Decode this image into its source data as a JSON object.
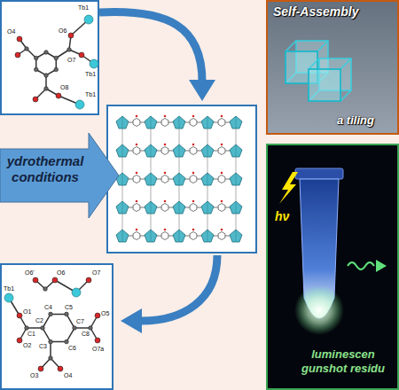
{
  "diagram": {
    "nodes": [
      {
        "text": [
          "Self-Assembly",
          "a tiling"
        ]
      },
      {
        "text": [
          "ydrothermal conditions"
        ]
      },
      {
        "text": [
          "hν",
          "luminescen gunshot residu"
        ]
      }
    ],
    "labels": [
      "O4",
      "O6",
      "O7",
      "Tb1",
      "O8",
      "Tb1",
      "Tb1",
      "O6'",
      "O6",
      "O5",
      "O7",
      "Tb1",
      "O1",
      "C1",
      "C2",
      "C3",
      "C4",
      "C5",
      "C6",
      "C7",
      "C8",
      "O2",
      "O3",
      "O4",
      "O7a"
    ]
  }
}
